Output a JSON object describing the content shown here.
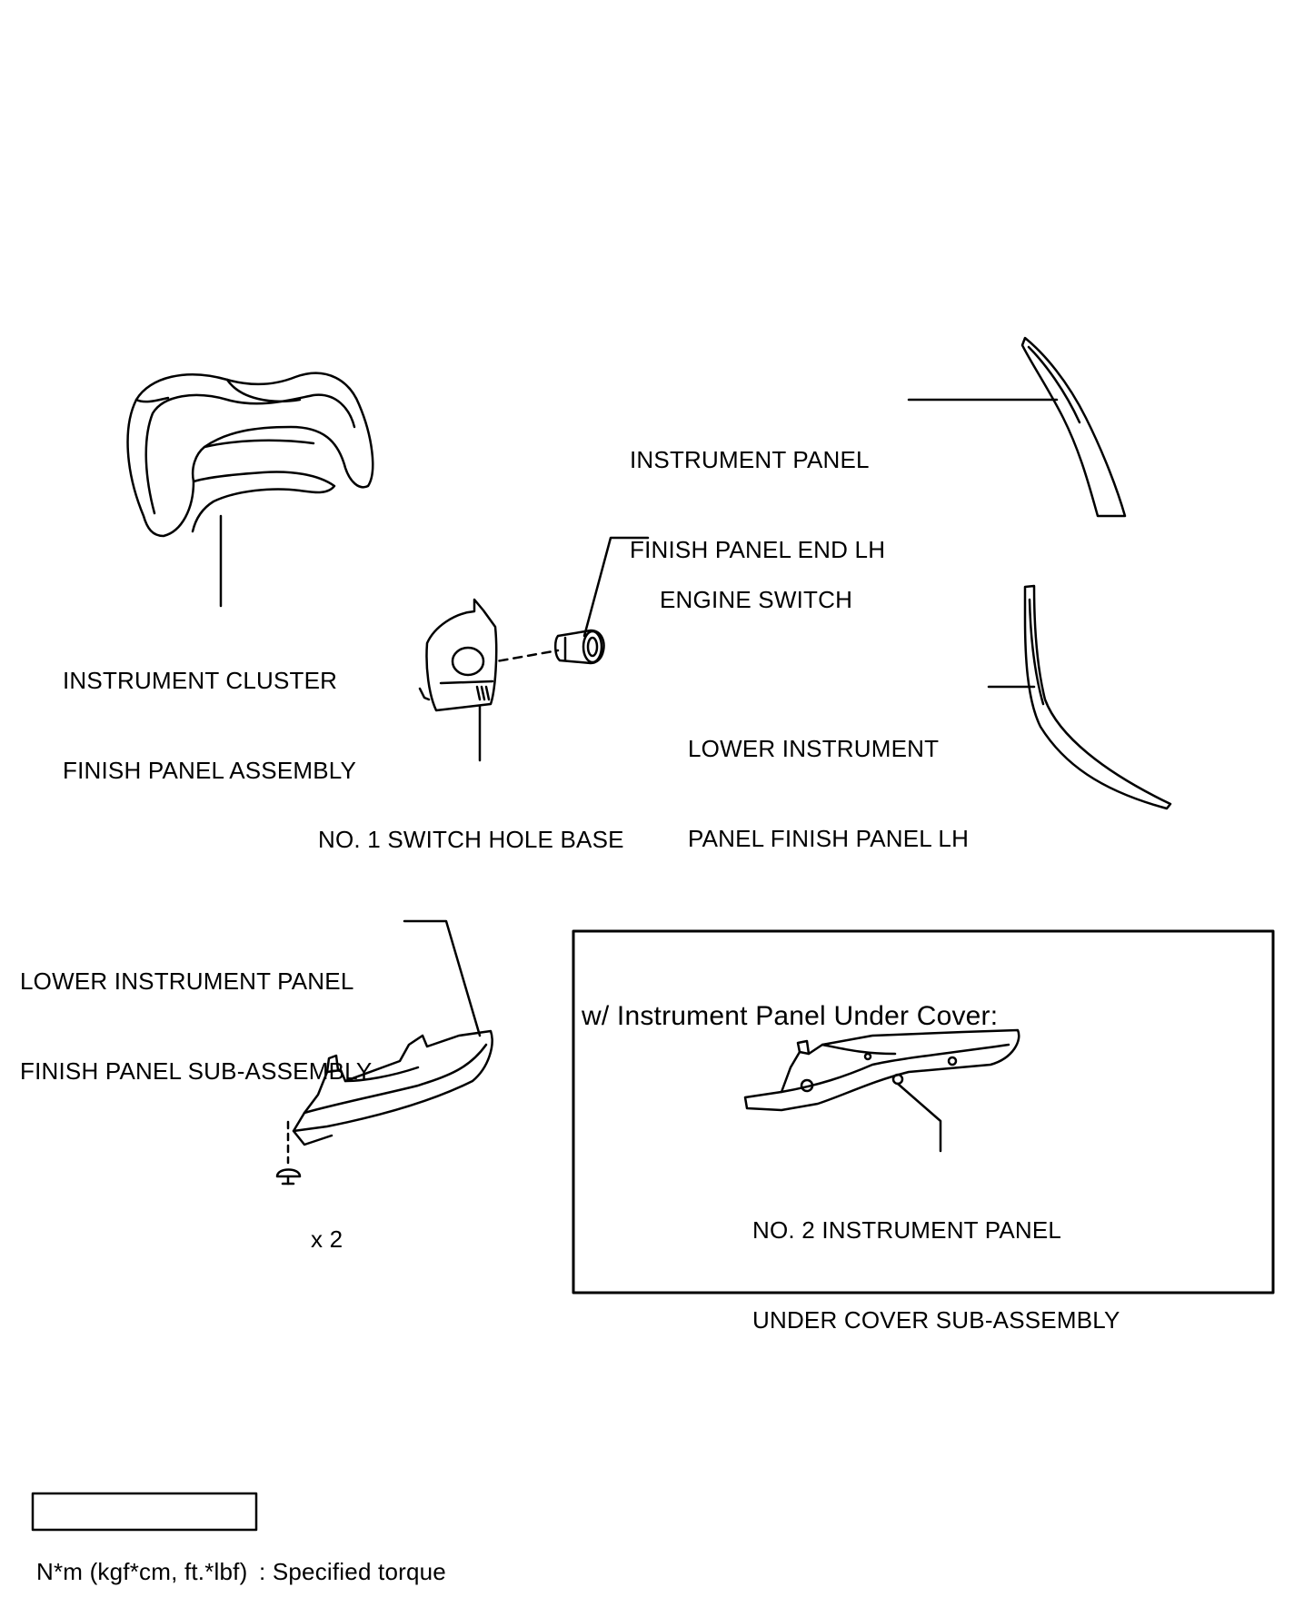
{
  "labels": {
    "cluster_panel": [
      "INSTRUMENT CLUSTER",
      "FINISH PANEL ASSEMBLY"
    ],
    "panel_end_lh": [
      "INSTRUMENT PANEL",
      "FINISH PANEL END LH"
    ],
    "engine_switch": "ENGINE SWITCH",
    "switch_hole_base": "NO. 1 SWITCH HOLE BASE",
    "lower_panel_lh": [
      "LOWER INSTRUMENT",
      "PANEL FINISH PANEL LH"
    ],
    "lower_panel_sub": [
      "LOWER INSTRUMENT PANEL",
      "FINISH PANEL SUB-ASSEMBLY"
    ],
    "clip_count": "x 2",
    "under_cover": [
      "NO. 2 INSTRUMENT PANEL",
      "UNDER COVER SUB-ASSEMBLY"
    ]
  },
  "inset": {
    "title": "w/ Instrument Panel Under Cover:"
  },
  "legend": {
    "torque_box": "N*m (kgf*cm, ft.*lbf)",
    "torque_text": ": Specified torque"
  }
}
